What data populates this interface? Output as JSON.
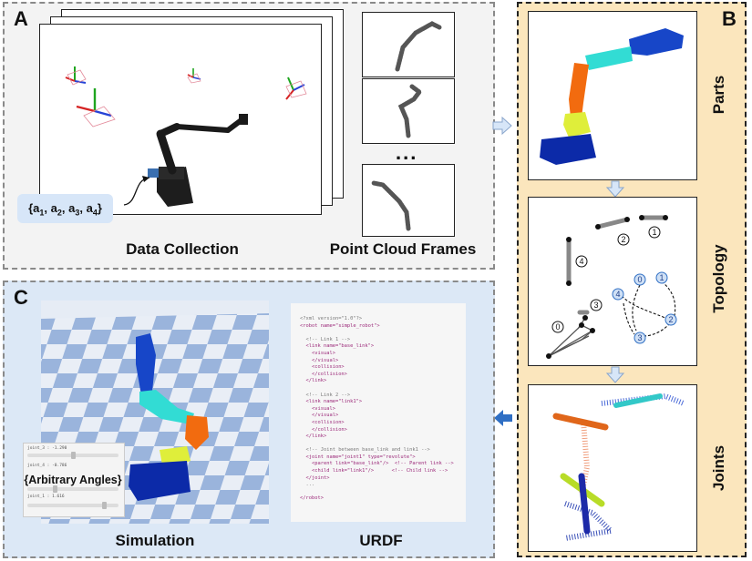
{
  "panels": {
    "a": {
      "letter": "A",
      "captions": {
        "data_collection": "Data Collection",
        "point_cloud_frames": "Point Cloud Frames"
      },
      "action_label": {
        "prefix": "{a",
        "a1": "1",
        "a2": "2",
        "a3": "3",
        "a4": "4"
      },
      "ellipsis": "..."
    },
    "b": {
      "letter": "B",
      "labels": {
        "parts": "Parts",
        "topology": "Topology",
        "joints": "Joints"
      },
      "topology_nodes": [
        "0",
        "1",
        "2",
        "3",
        "4"
      ]
    },
    "c": {
      "letter": "C",
      "captions": {
        "simulation": "Simulation",
        "urdf": "URDF"
      },
      "overlay_label": "{Arbitrary Angles}",
      "sliders": [
        "joint_3 : -1.290",
        "joint_4 : -0.786",
        "joint_1 : 1.616"
      ]
    }
  },
  "urdf_lines": [
    "<?xml version=\"1.0\"?>",
    "<robot name=\"simple_robot\">",
    "",
    "  <!-- Link 1 -->",
    "  <link name=\"base_link\">",
    "    <visual>",
    "    </visual>",
    "    <collision>",
    "    </collision>",
    "  </link>",
    "",
    "  <!-- Link 2 -->",
    "  <link name=\"link1\">",
    "    <visual>",
    "    </visual>",
    "    <collision>",
    "    </collision>",
    "  </link>",
    "",
    "  <!-- Joint between base_link and link1 -->",
    "  <joint name=\"joint1\" type=\"revolute\">",
    "    <parent link=\"base_link\"/>  <!-- Parent link -->",
    "    <child link=\"link1\"/>      <!-- Child link -->",
    "  </joint>",
    "  ...",
    "",
    "</robot>"
  ],
  "colors": {
    "panel_b_bg": "#fbe6bd",
    "panel_c_bg": "#dce8f6",
    "arrow_blue": "#2f6fc4",
    "part_blue": "#1746c8",
    "part_cyan": "#32dcd4",
    "part_orange": "#f26b0f",
    "part_yellow": "#dfee3a",
    "part_navy": "#0c2aa8"
  }
}
